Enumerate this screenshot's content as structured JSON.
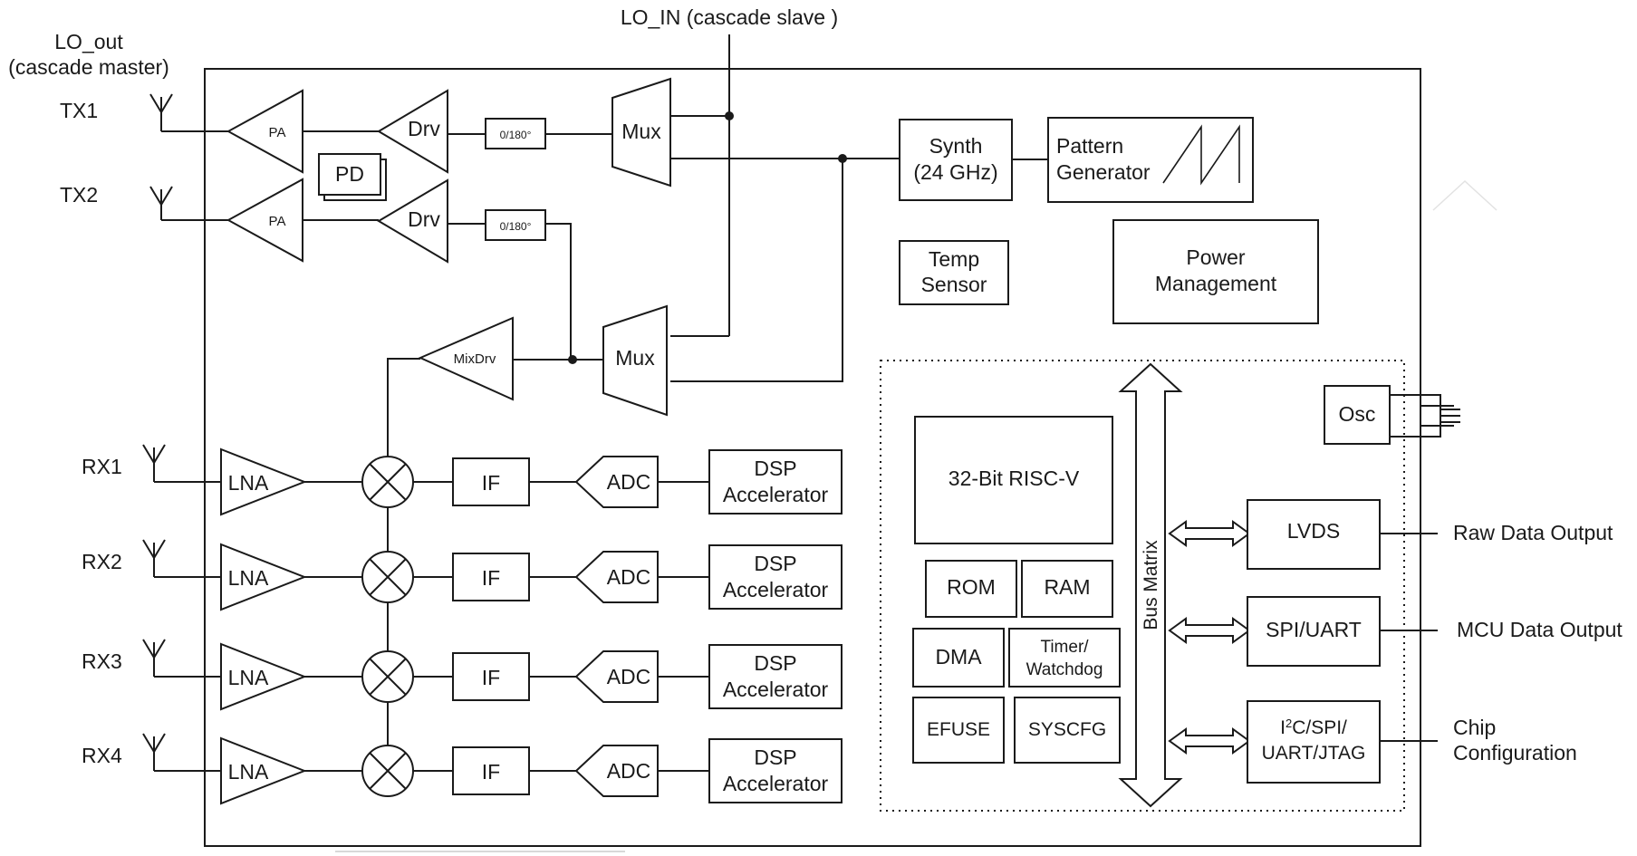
{
  "top": {
    "lo_in": "LO_IN (cascade slave )",
    "lo_out_line1": "LO_out",
    "lo_out_line2": "(cascade master)"
  },
  "tx": {
    "tx1": "TX1",
    "tx2": "TX2",
    "pa": "PA",
    "drv": "Drv",
    "phase": "0/180°",
    "pd": "PD",
    "mux": "Mux",
    "mixdrv": "MixDrv"
  },
  "synth": {
    "line1": "Synth",
    "line2": "(24 GHz)"
  },
  "pattern": {
    "line1": "Pattern",
    "line2": "Generator"
  },
  "temp": {
    "line1": "Temp",
    "line2": "Sensor"
  },
  "power": {
    "line1": "Power",
    "line2": "Management"
  },
  "osc": "Osc",
  "rx": {
    "labels": [
      "RX1",
      "RX2",
      "RX3",
      "RX4"
    ],
    "lna": "LNA",
    "if": "IF",
    "adc": "ADC",
    "dsp_line1": "DSP",
    "dsp_line2": "Accelerator"
  },
  "mcu": {
    "cpu": "32-Bit RISC-V",
    "rom": "ROM",
    "ram": "RAM",
    "dma": "DMA",
    "timer_line1": "Timer/",
    "timer_line2": "Watchdog",
    "efuse": "EFUSE",
    "syscfg": "SYSCFG",
    "bus": "Bus Matrix"
  },
  "io": {
    "lvds": "LVDS",
    "spi_uart": "SPI/UART",
    "i2c_line1_pre": "I",
    "i2c_line1_sup": "2",
    "i2c_line1_post": "C/SPI/",
    "i2c_line2": "UART/JTAG",
    "raw_out": "Raw Data Output",
    "mcu_out": "MCU Data Output",
    "chip_line1": "Chip",
    "chip_line2": "Configuration"
  }
}
